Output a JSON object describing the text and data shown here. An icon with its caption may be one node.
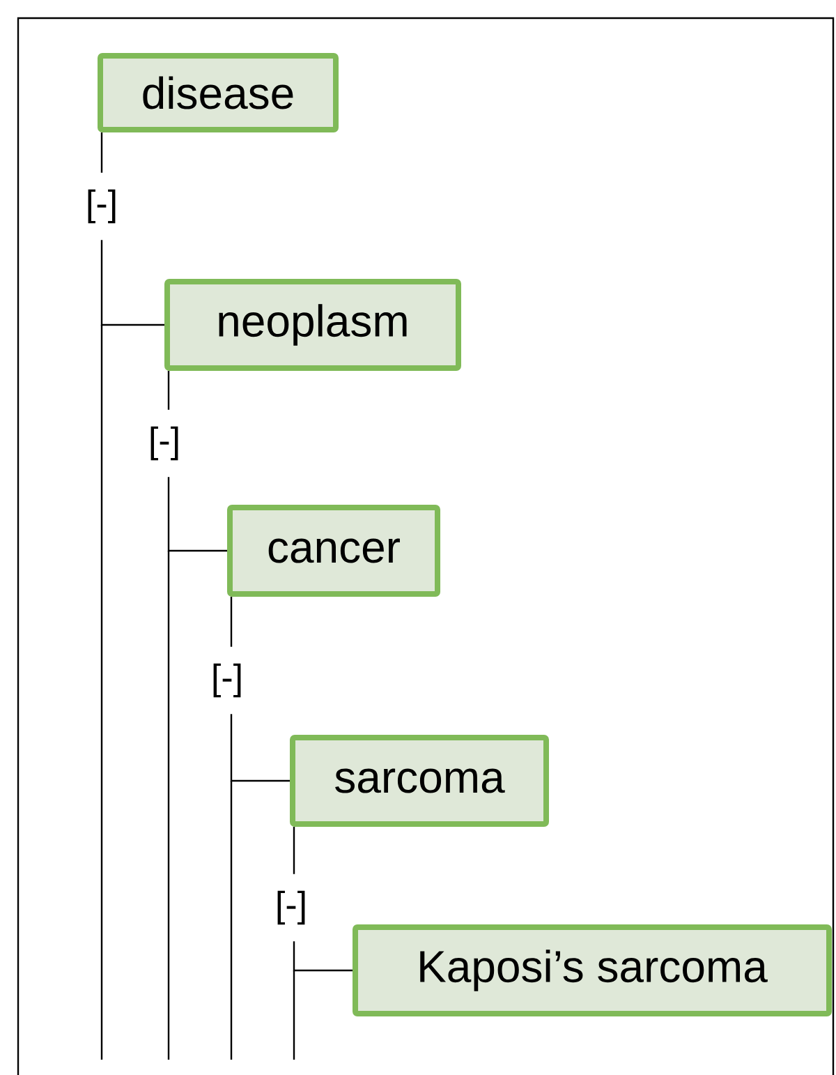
{
  "diagram": {
    "nodes": [
      {
        "text": [
          "disease"
        ]
      },
      {
        "text": [
          "neoplasm"
        ]
      },
      {
        "text": [
          "cancer"
        ]
      },
      {
        "text": [
          "sarcoma"
        ]
      },
      {
        "text": [
          "Kaposi’s sarcoma"
        ]
      }
    ],
    "edges": [
      {
        "from": 0,
        "to": 1,
        "arrow": "none"
      },
      {
        "from": 1,
        "to": 2,
        "arrow": "none"
      },
      {
        "from": 2,
        "to": 3,
        "arrow": "none"
      },
      {
        "from": 3,
        "to": 4,
        "arrow": "none"
      }
    ],
    "labels": [
      "[-]",
      "[-]",
      "[-]",
      "[-]"
    ]
  }
}
